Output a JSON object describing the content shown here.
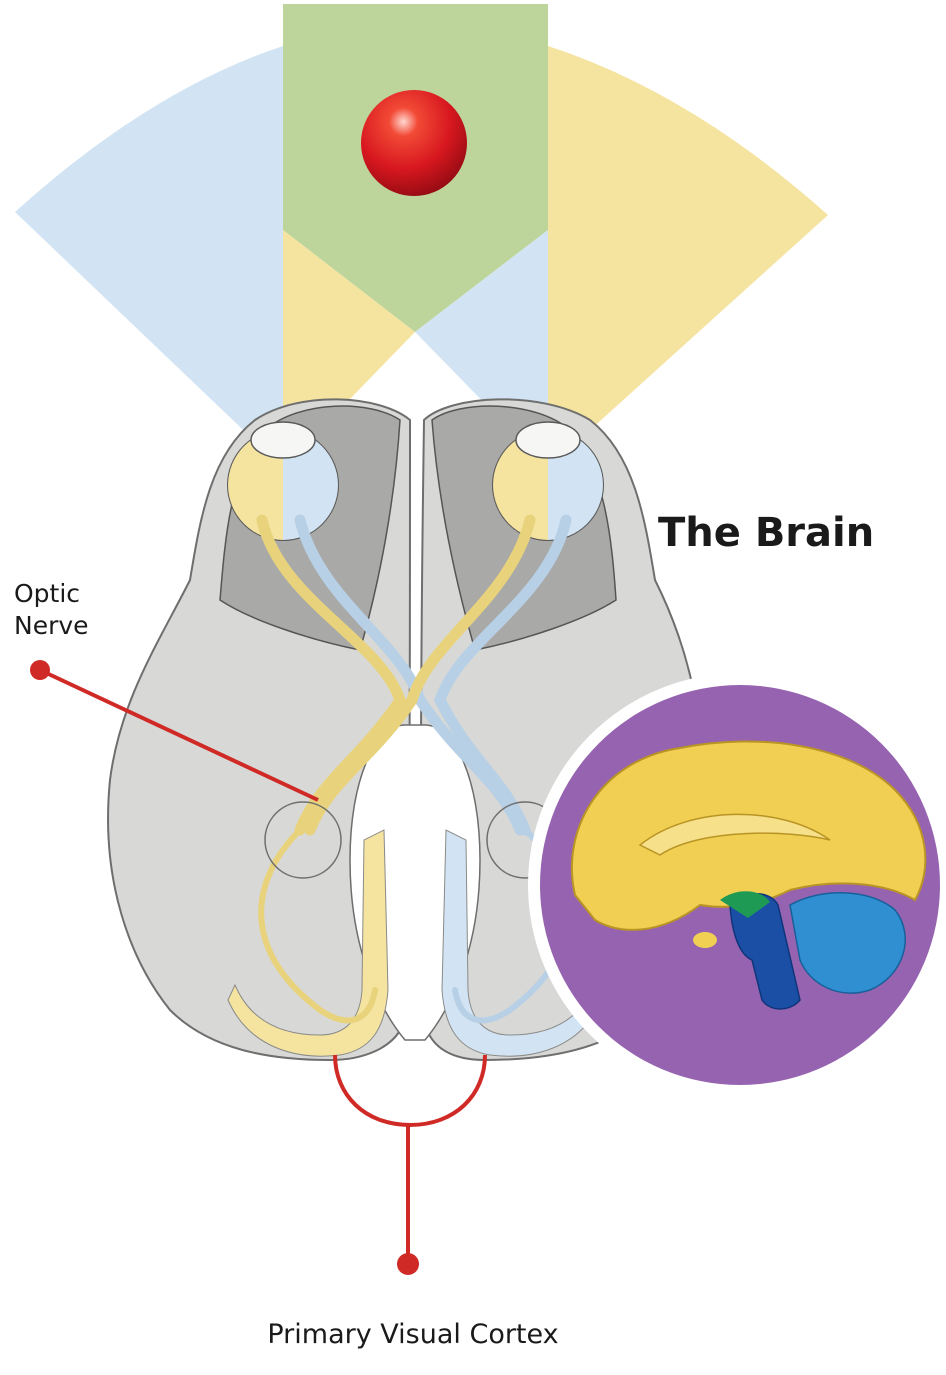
{
  "title": "The Brain",
  "labels": {
    "optic_nerve_line1": "Optic",
    "optic_nerve_line2": "Nerve",
    "primary_visual_cortex": "Primary Visual Cortex"
  },
  "colors": {
    "left_field": "#d2e4f3",
    "right_field": "#f5e3a0",
    "overlap_field": "#bdd59a",
    "stimulus_ball": "#d7171f",
    "callout_line": "#d02a26",
    "inset_background": "#9663b0",
    "brain_tissue": "#d8d8d6",
    "cerebrum_inset": "#f0cf52",
    "brainstem_inset": "#1b4fa6",
    "cerebellum_inset": "#2f8fd0"
  }
}
